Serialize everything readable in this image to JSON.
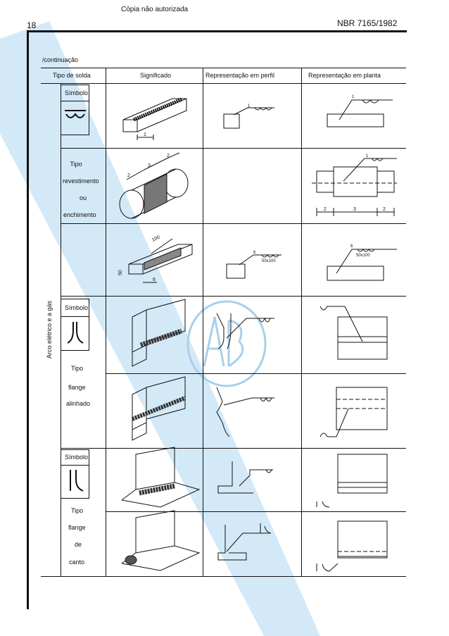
{
  "header": {
    "notice": "Cópia não autorizada",
    "page_number": "18",
    "standard_code": "NBR 7165/1982"
  },
  "continuation": "/continuação",
  "columns": [
    "Tipo de solda",
    "Significado",
    "Representação em perfil",
    "Representação em planta"
  ],
  "process_label": "Arco elétrico e a gás",
  "groups": {
    "surfacing": {
      "symbol_label": "Símbolo",
      "type_lines": [
        "Tipo",
        "revestimento",
        "ou",
        "enchimento"
      ]
    },
    "flange_aligned": {
      "symbol_label": "Símbolo",
      "type_lines": [
        "Tipo",
        "flange",
        "alinhado"
      ]
    },
    "flange_corner": {
      "symbol_label": "Símbolo",
      "type_lines": [
        "Tipo",
        "flange",
        "de",
        "canto"
      ]
    }
  },
  "drawing_labels": {
    "r1_dim": "1",
    "r1_profile": "1",
    "r1_plan": "1",
    "r2_dim_a": "2",
    "r2_dim_b": "3",
    "r2_dim_c": "2",
    "r2_plan_top": "1",
    "r2_plan_a": "2",
    "r2_plan_b": "3",
    "r2_plan_c": "2",
    "r3_len": "100",
    "r3_width": "50",
    "r3_thick": "6",
    "r3_profile_a": "6",
    "r3_profile_b": "50x100",
    "r3_plan_a": "6",
    "r3_plan_b": "50x100"
  },
  "colors": {
    "watermark": "#cfe6f7",
    "ink": "#111111"
  }
}
